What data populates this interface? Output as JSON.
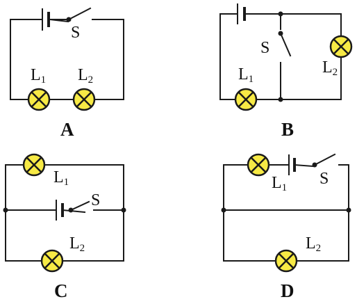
{
  "colors": {
    "wire": "#1a1a1a",
    "lamp_fill": "#f7ea45",
    "lamp_stroke": "#1a1a1a",
    "background": "#ffffff"
  },
  "icons": {
    "lamp": "lamp-icon",
    "battery": "battery-icon",
    "switch": "switch-icon",
    "junction": "junction-dot-icon"
  },
  "circuits": {
    "a": {
      "caption": "A",
      "lamp1": {
        "main": "L",
        "sub": "1"
      },
      "lamp2": {
        "main": "L",
        "sub": "2"
      },
      "switch": "S"
    },
    "b": {
      "caption": "B",
      "lamp1": {
        "main": "L",
        "sub": "1"
      },
      "lamp2": {
        "main": "L",
        "sub": "2"
      },
      "switch": "S"
    },
    "c": {
      "caption": "C",
      "lamp1": {
        "main": "L",
        "sub": "1"
      },
      "lamp2": {
        "main": "L",
        "sub": "2"
      },
      "switch": "S"
    },
    "d": {
      "caption": "D",
      "lamp1": {
        "main": "L",
        "sub": "1"
      },
      "lamp2": {
        "main": "L",
        "sub": "2"
      },
      "switch": "S"
    }
  }
}
